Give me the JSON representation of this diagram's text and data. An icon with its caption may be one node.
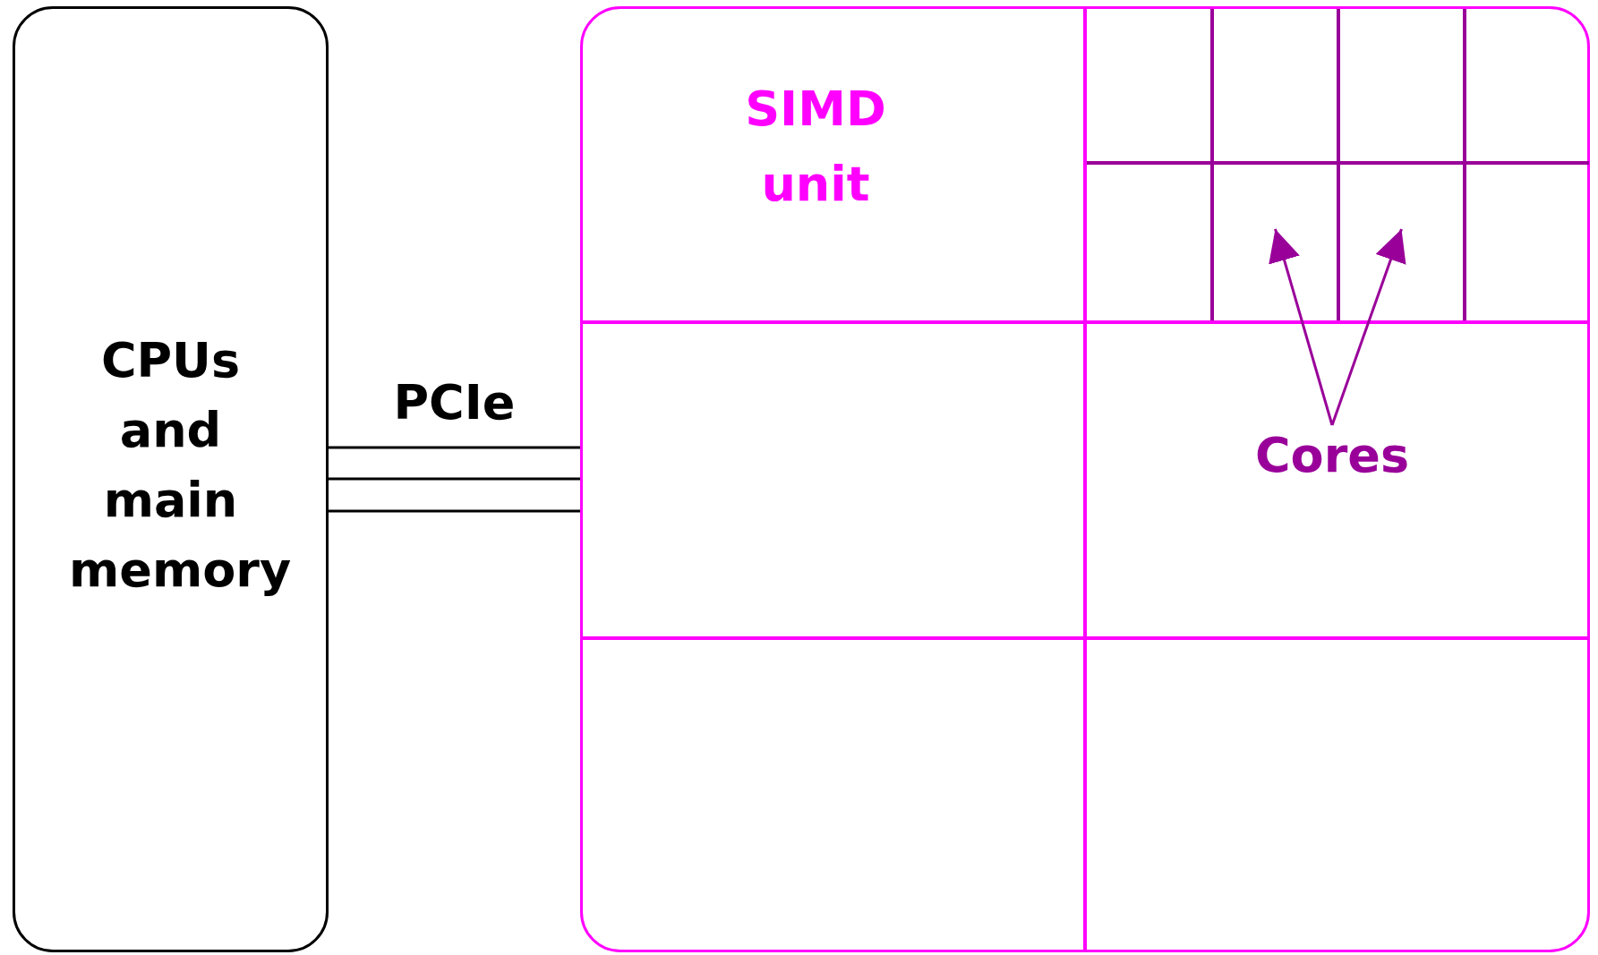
{
  "diagram": {
    "nodes": [
      {
        "text": [
          "CPUs and main memory"
        ]
      },
      {
        "text": [],
        "shape": "box"
      },
      {
        "text": [
          "SIMD unit"
        ],
        "in": 1
      },
      {
        "text": [],
        "shape": "box",
        "in": 1
      },
      {
        "text": [],
        "shape": "box",
        "in": 3
      },
      {
        "text": [],
        "shape": "box",
        "in": 3
      },
      {
        "text": [],
        "shape": "box",
        "in": 3
      },
      {
        "text": [],
        "shape": "box",
        "in": 3
      },
      {
        "text": [],
        "shape": "box",
        "in": 3
      },
      {
        "text": [],
        "shape": "box",
        "in": 3
      },
      {
        "text": [],
        "shape": "box",
        "in": 3
      },
      {
        "text": [],
        "shape": "box",
        "in": 3
      },
      {
        "text": [],
        "shape": "box",
        "in": 1
      },
      {
        "text": [],
        "shape": "box",
        "in": 1
      },
      {
        "text": [
          "Cores"
        ],
        "in": 13
      },
      {
        "text": [],
        "shape": "box",
        "in": 1
      },
      {
        "text": [],
        "shape": "box",
        "in": 1
      }
    ],
    "edges": [
      {
        "from": 0,
        "to": 1,
        "arrow": "none",
        "label": "PCIe"
      },
      {
        "from": 0,
        "to": 1,
        "arrow": "none"
      },
      {
        "from": 0,
        "to": 1,
        "arrow": "none"
      },
      {
        "from": 14,
        "to": 9,
        "arrow": "to",
        "color": "#990099"
      },
      {
        "from": 14,
        "to": 10,
        "arrow": "to",
        "color": "#990099"
      }
    ]
  }
}
